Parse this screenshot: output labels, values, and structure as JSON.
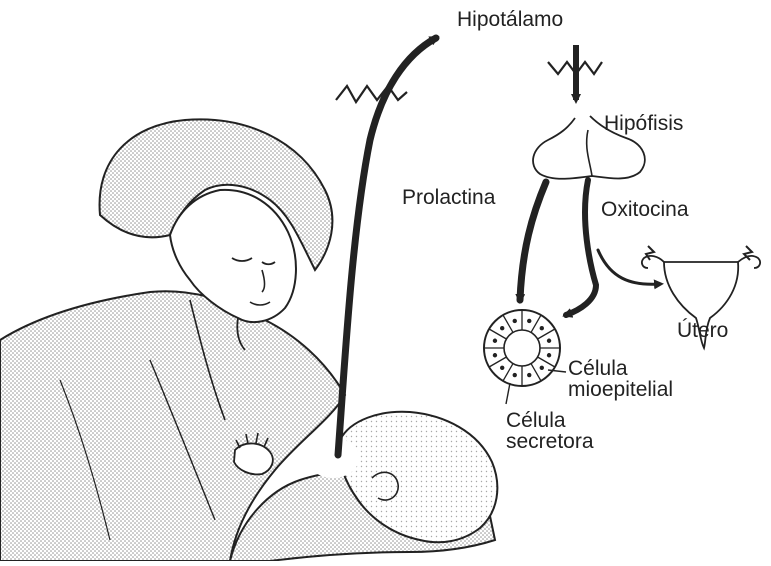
{
  "labels": {
    "hypothalamus": "Hipotálamo",
    "pituitary": "Hipófisis",
    "prolactin": "Prolactina",
    "oxytocin": "Oxitocina",
    "uterus": "Útero",
    "myoepithelial_line1": "Célula",
    "myoepithelial_line2": "mioepitelial",
    "secretory_line1": "Célula",
    "secretory_line2": "secretora"
  },
  "colors": {
    "ink": "#222222",
    "stipple": "#8a8a8a",
    "paper": "#ffffff"
  }
}
